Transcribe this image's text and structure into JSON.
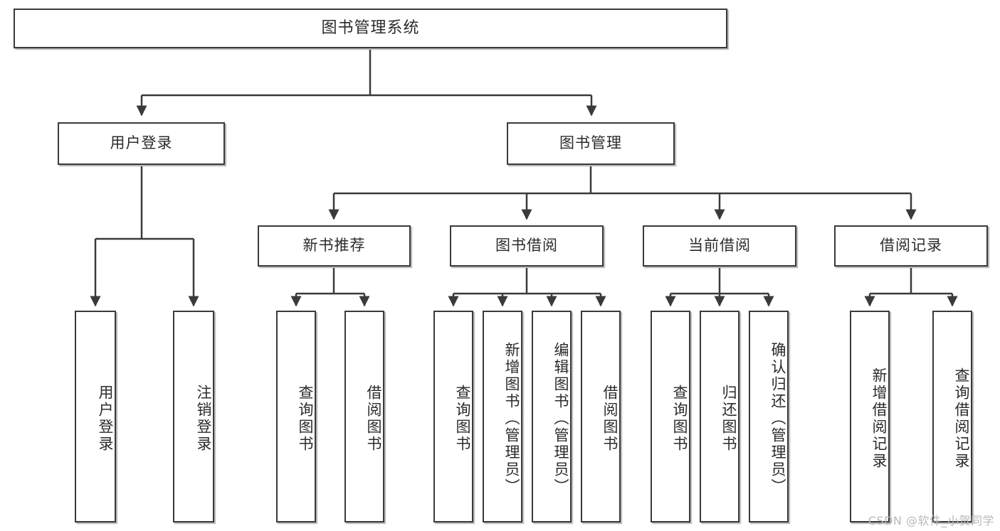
{
  "diagram": {
    "type": "tree",
    "title": "图书管理系统",
    "watermark": "CSDN @软件_小贺同学",
    "colors": {
      "box_border": "#3a3a3a",
      "box_fill": "#ffffff",
      "edge": "#3a3a3a",
      "text": "#2b2b2b",
      "watermark": "#b9b9b9"
    },
    "levels": {
      "root": "图书管理系统",
      "level2": [
        "用户登录",
        "图书管理"
      ],
      "level3": [
        "新书推荐",
        "图书借阅",
        "当前借阅",
        "借阅记录"
      ]
    },
    "nodes": {
      "root": {
        "label": "图书管理系统"
      },
      "user_login": {
        "label": "用户登录"
      },
      "book_manage": {
        "label": "图书管理"
      },
      "new_book_rec": {
        "label": "新书推荐"
      },
      "book_borrow": {
        "label": "图书借阅"
      },
      "current_borrow": {
        "label": "当前借阅"
      },
      "borrow_record": {
        "label": "借阅记录"
      },
      "leaf_user_login": {
        "label": "用户登录"
      },
      "leaf_logout": {
        "label": "注销登录"
      },
      "leaf_query_book_1": {
        "label": "查询图书"
      },
      "leaf_borrow_book_1": {
        "label": "借阅图书"
      },
      "leaf_query_book_2": {
        "label": "查询图书"
      },
      "leaf_add_book": {
        "label": "新增图书（管理员）"
      },
      "leaf_edit_book": {
        "label": "编辑图书（管理员）"
      },
      "leaf_borrow_book_2": {
        "label": "借阅图书"
      },
      "leaf_query_book_3": {
        "label": "查询图书"
      },
      "leaf_return_book": {
        "label": "归还图书"
      },
      "leaf_confirm_return": {
        "label": "确认归还（管理员）"
      },
      "leaf_add_record": {
        "label": "新增借阅记录"
      },
      "leaf_query_record": {
        "label": "查询借阅记录"
      }
    },
    "edges": [
      {
        "from": "图书管理系统",
        "to": "用户登录"
      },
      {
        "from": "图书管理系统",
        "to": "图书管理"
      },
      {
        "from": "用户登录",
        "to": "用户登录"
      },
      {
        "from": "用户登录",
        "to": "注销登录"
      },
      {
        "from": "图书管理",
        "to": "新书推荐"
      },
      {
        "from": "图书管理",
        "to": "图书借阅"
      },
      {
        "from": "图书管理",
        "to": "当前借阅"
      },
      {
        "from": "图书管理",
        "to": "借阅记录"
      },
      {
        "from": "新书推荐",
        "to": "查询图书"
      },
      {
        "from": "新书推荐",
        "to": "借阅图书"
      },
      {
        "from": "图书借阅",
        "to": "查询图书"
      },
      {
        "from": "图书借阅",
        "to": "新增图书（管理员）"
      },
      {
        "from": "图书借阅",
        "to": "编辑图书（管理员）"
      },
      {
        "from": "图书借阅",
        "to": "借阅图书"
      },
      {
        "from": "当前借阅",
        "to": "查询图书"
      },
      {
        "from": "当前借阅",
        "to": "归还图书"
      },
      {
        "from": "当前借阅",
        "to": "确认归还（管理员）"
      },
      {
        "from": "借阅记录",
        "to": "新增借阅记录"
      },
      {
        "from": "借阅记录",
        "to": "查询借阅记录"
      }
    ]
  }
}
